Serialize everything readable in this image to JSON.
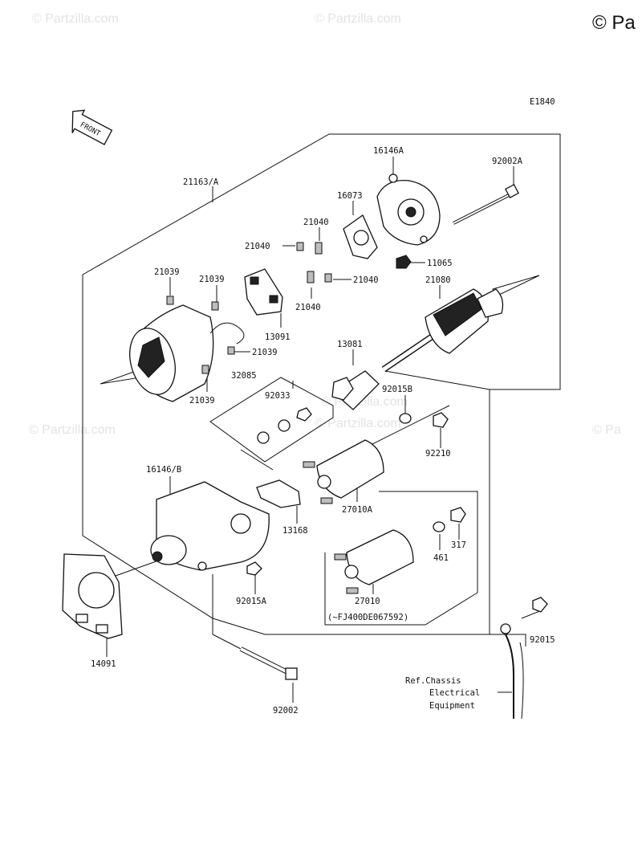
{
  "diagram_code": "E1840",
  "copyright": "© Pa",
  "watermarks": [
    "© Partzilla.com",
    "© Partzilla.com",
    "© Partzilla.com",
    "© Partzilla.com",
    "© Partzilla.com",
    "© Pa"
  ],
  "front_label": "FRONT",
  "parts": [
    "21163/A",
    "16146A",
    "92002A",
    "16073",
    "21040",
    "21040",
    "11065",
    "21040",
    "21040",
    "21080",
    "21039",
    "21039",
    "13091",
    "21039",
    "13081",
    "21039",
    "32085",
    "92033",
    "92015B",
    "92210",
    "16146/B",
    "27010A",
    "13168",
    "461",
    "317",
    "27010",
    "92015A",
    "92015",
    "14091",
    "92002"
  ],
  "serial_note": "(~FJ400DE067592)",
  "reference": [
    "Ref.Chassis",
    "Electrical",
    "Equipment"
  ]
}
